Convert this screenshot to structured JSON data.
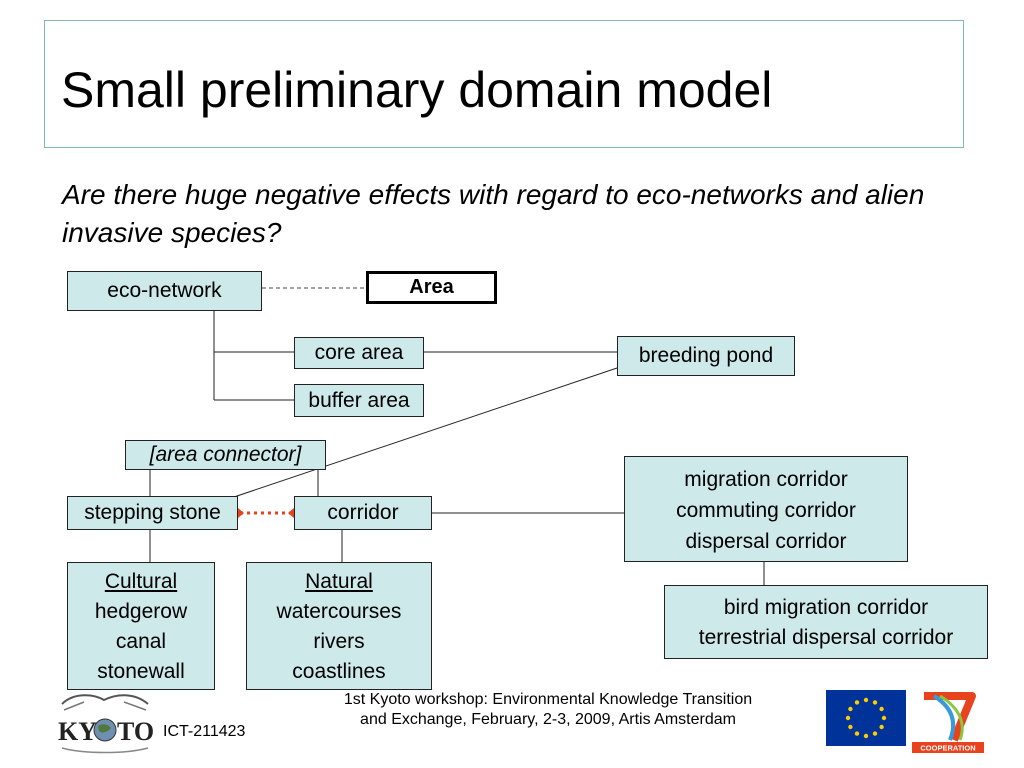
{
  "slide": {
    "title": "Small preliminary domain model",
    "question": "Are there huge negative effects with regard to eco-networks and alien invasive species?"
  },
  "nodes": {
    "eco_network": "eco-network",
    "area": "Area",
    "core_area": "core area",
    "buffer_area": "buffer area",
    "breeding_pond": "breeding pond",
    "area_connector": "[area connector]",
    "stepping_stone": "stepping stone",
    "corridor": "corridor",
    "corridor_types": [
      "migration corridor",
      "commuting corridor",
      "dispersal corridor"
    ],
    "sub_corridor_types": [
      "bird migration corridor",
      "terrestrial dispersal corridor"
    ],
    "cultural": {
      "heading": "Cultural",
      "items": [
        "hedgerow",
        "canal",
        "stonewall"
      ]
    },
    "natural": {
      "heading": "Natural",
      "items": [
        "watercourses",
        "rivers",
        "coastlines"
      ]
    }
  },
  "footer": {
    "event_line1": "1st Kyoto workshop: Environmental Knowledge Transition",
    "event_line2": "and Exchange, February, 2-3, 2009, Artis Amsterdam",
    "project_code": "ICT-211423",
    "kyoto_logo_text": "KYOTO",
    "fp7_logo_text": "COOPERATION"
  },
  "colors": {
    "node_fill": "#cde9ea",
    "title_border": "#7fb8b8",
    "connector_red": "#e8421e",
    "eu_blue": "#003399",
    "eu_star": "#ffcc00"
  }
}
